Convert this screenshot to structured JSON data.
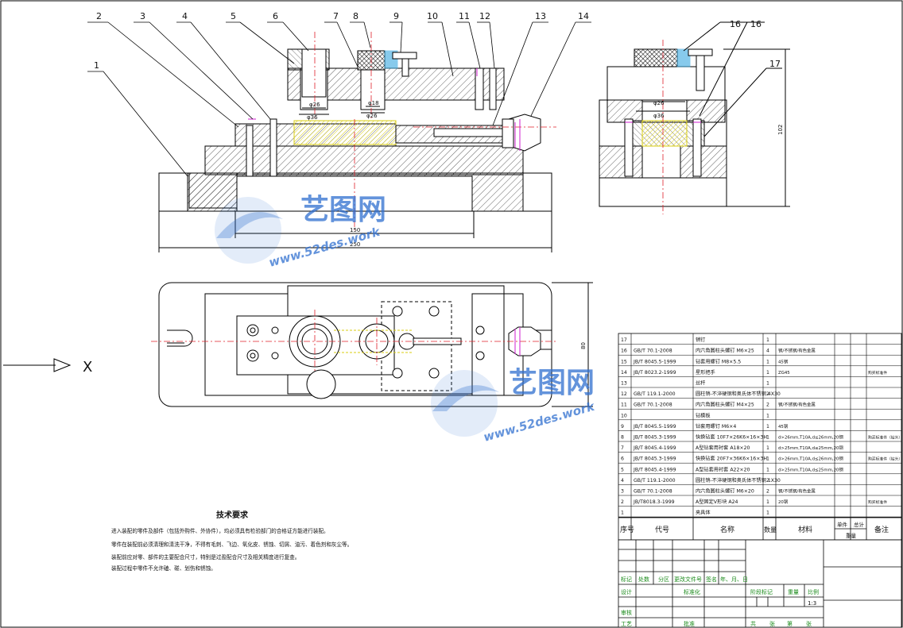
{
  "balloons": [
    "1",
    "2",
    "3",
    "4",
    "5",
    "6",
    "7",
    "8",
    "9",
    "10",
    "11",
    "12",
    "13",
    "14"
  ],
  "side_balloons": [
    "16",
    "16",
    "17"
  ],
  "dims": {
    "d1": "φ26",
    "d2": "φ36",
    "d3": "φ18",
    "d4": "φ26",
    "d5": "150",
    "d6": "250",
    "d7": "φ26",
    "d8": "φ36",
    "d9": "102",
    "d10": "80"
  },
  "view_arrow_label": "X",
  "watermark": {
    "cn": "艺图网",
    "url": "www.52des.work",
    "color": "#2f6fd0"
  },
  "tech": {
    "title": "技术要求",
    "lines": [
      "进入装配的零件及部件（包括外购件、外协件），均必须具有检验部门的合格证方能进行装配。",
      "零件在装配前必须清理和清洗干净，不得有毛刺、飞边、氧化皮、锈蚀、切屑、油污、着色剂和灰尘等。",
      "装配前应对零、部件的主要配合尺寸，特别是过盈配合尺寸及相关精度进行复查。",
      "装配过程中零件不允许磕、碰、划伤和锈蚀。"
    ]
  },
  "bom": {
    "rows": [
      {
        "no": "17",
        "code": "",
        "name": "销钉",
        "qty": "1",
        "mat": "",
        "note": ""
      },
      {
        "no": "16",
        "code": "GB/T 70.1-2008",
        "name": "内六角圆柱头螺钉 M6×25",
        "qty": "4",
        "mat": "钢/不锈钢/有色金属",
        "note": ""
      },
      {
        "no": "15",
        "code": "JB/T 8045.5-1999",
        "name": "钻套用螺钉 M8×5.5",
        "qty": "1",
        "mat": "45钢",
        "note": ""
      },
      {
        "no": "14",
        "code": "JB/T 8023.2-1999",
        "name": "星形把手",
        "qty": "1",
        "mat": "ZG45",
        "note": "购买标准件"
      },
      {
        "no": "13",
        "code": "",
        "name": "丝杆",
        "qty": "1",
        "mat": "",
        "note": ""
      },
      {
        "no": "12",
        "code": "GB/T 119.1-2000",
        "name": "圆柱销-不淬硬钢和奥氏体不锈钢 4X30",
        "qty": "2",
        "mat": "",
        "note": ""
      },
      {
        "no": "11",
        "code": "GB/T 70.1-2008",
        "name": "内六角圆柱头螺钉 M4×25",
        "qty": "2",
        "mat": "钢/不锈钢/有色金属",
        "note": ""
      },
      {
        "no": "10",
        "code": "",
        "name": "钻模板",
        "qty": "1",
        "mat": "",
        "note": ""
      },
      {
        "no": "9",
        "code": "JB/T 8045.5-1999",
        "name": "钻套用螺钉 M6×4",
        "qty": "1",
        "mat": "45钢",
        "note": ""
      },
      {
        "no": "8",
        "code": "JB/T 8045.3-1999",
        "name": "快换钻套 10F7×26K6×16×3H",
        "qty": "1",
        "mat": "d>26mm,T10A,d≤26mm,20钢",
        "note": "购买标准件（钻头）"
      },
      {
        "no": "7",
        "code": "JB/T 8045.4-1999",
        "name": "A型钻套用衬套 A18×20",
        "qty": "1",
        "mat": "d>25mm,T10A,d≤25mm,20钢",
        "note": ""
      },
      {
        "no": "6",
        "code": "JB/T 8045.3-1999",
        "name": "快换钻套 20F7×36K6×16×3H",
        "qty": "1",
        "mat": "d>26mm,T10A,d≤26mm,20钢",
        "note": "购买标准件（钻头）"
      },
      {
        "no": "5",
        "code": "JB/T 8045.4-1999",
        "name": "A型钻套用衬套 A22×20",
        "qty": "1",
        "mat": "d>25mm,T10A,d≤25mm,20钢",
        "note": ""
      },
      {
        "no": "4",
        "code": "GB/T 119.1-2000",
        "name": "圆柱销-不淬硬钢和奥氏体不锈钢 1X30",
        "qty": "2",
        "mat": "",
        "note": ""
      },
      {
        "no": "3",
        "code": "GB/T 70.1-2008",
        "name": "内六角圆柱头螺钉 M6×20",
        "qty": "2",
        "mat": "钢/不锈钢/有色金属",
        "note": ""
      },
      {
        "no": "2",
        "code": "JB/T8018.3-1999",
        "name": "A型固定V形块 A24",
        "qty": "1",
        "mat": "20钢",
        "note": "购买标准件"
      },
      {
        "no": "1",
        "code": "",
        "name": "夹具体",
        "qty": "1",
        "mat": "",
        "note": ""
      }
    ],
    "header": {
      "no": "序号",
      "code": "代号",
      "name": "名称",
      "qty": "数量",
      "mat": "材料",
      "unit": "单件",
      "total": "总计",
      "mass": "重量",
      "note": "备注"
    }
  },
  "title_block": {
    "c1": "标记",
    "c2": "处数",
    "c3": "分区",
    "c4": "更改文件号",
    "c5": "签名",
    "c6": "年、月、日",
    "design": "设计",
    "std": "标准化",
    "stage": "阶段标记",
    "weight": "重量",
    "scale_lbl": "比例",
    "scale": "1:3",
    "review": "审核",
    "craft": "工艺",
    "approve": "批准",
    "total": "共",
    "sheet_unit": "张",
    "page": "第",
    "page_unit": "张"
  },
  "colors": {
    "line": "#000000",
    "center": "#e0202a",
    "part": "#d8cc10",
    "fill_blue": "#39a8e0",
    "green": "#1a8a1a",
    "magenta": "#d21fd2"
  }
}
